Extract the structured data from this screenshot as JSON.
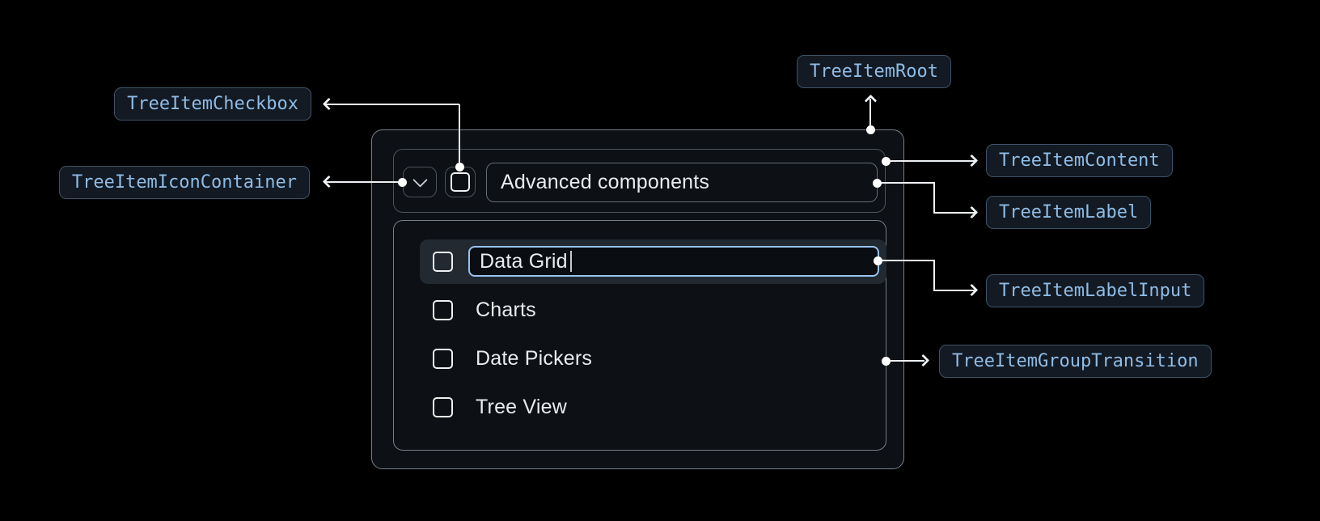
{
  "anatomy_labels": {
    "root": "TreeItemRoot",
    "checkbox": "TreeItemCheckbox",
    "icon_container": "TreeItemIconContainer",
    "content": "TreeItemContent",
    "label": "TreeItemLabel",
    "label_input": "TreeItemLabelInput",
    "group_transition": "TreeItemGroupTransition"
  },
  "tree": {
    "parent_item": {
      "label": "Advanced components",
      "expanded": true,
      "checkbox_checked": false
    },
    "children": [
      {
        "label": "Data Grid",
        "editing": true,
        "checkbox_checked": false
      },
      {
        "label": "Charts",
        "editing": false,
        "checkbox_checked": false
      },
      {
        "label": "Date Pickers",
        "editing": false,
        "checkbox_checked": false
      },
      {
        "label": "Tree View",
        "editing": false,
        "checkbox_checked": false
      }
    ]
  },
  "icons": {
    "expand": "chevron-down",
    "checkbox": "square-unchecked",
    "caret": "text-caret"
  },
  "colors": {
    "page_bg": "#000000",
    "panel_bg": "#0d1014",
    "panel_border": "#78808a",
    "inner_border": "#4d545c",
    "selected_row_bg": "#222931",
    "input_focus_border": "#97c4f0",
    "text_primary": "#e9ecef",
    "annotation_text": "#8fbce6",
    "annotation_border": "#3e5266",
    "annotation_bg": "#131a23",
    "connector": "#eef1f4"
  }
}
